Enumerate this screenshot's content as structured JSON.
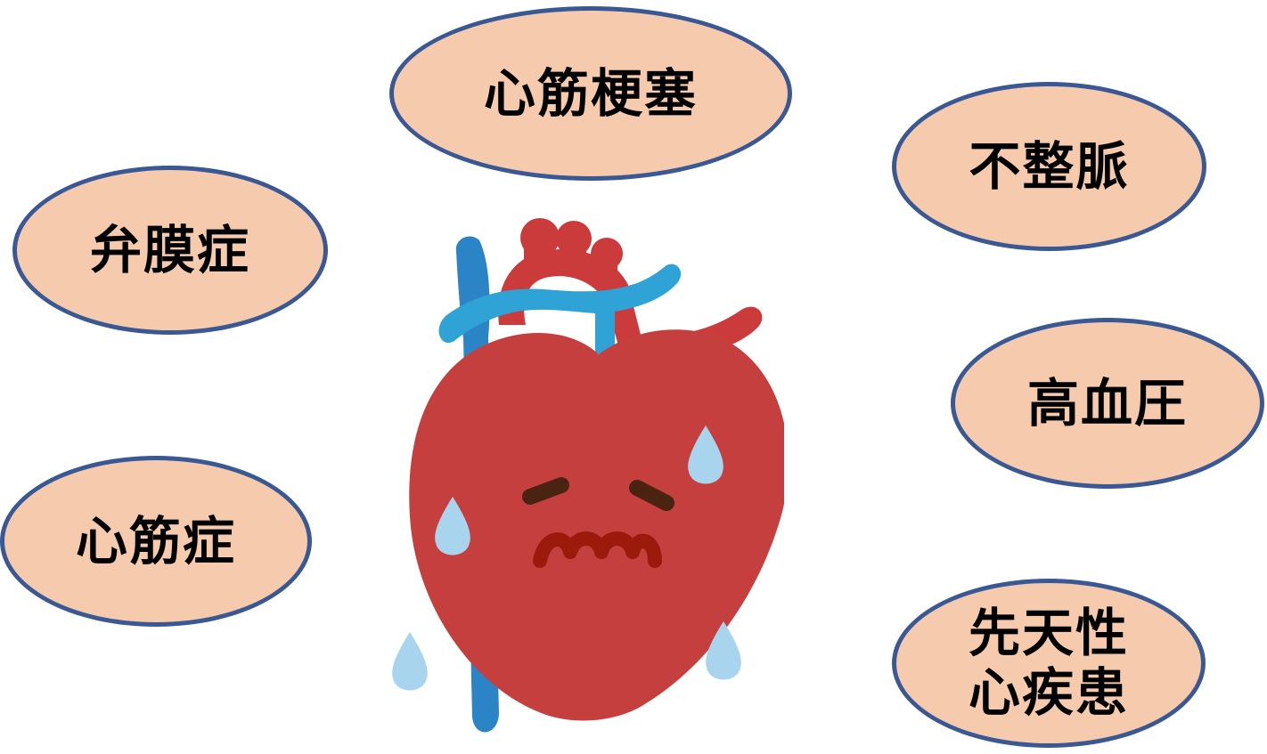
{
  "colors": {
    "bubble_fill": "#f6cbad",
    "bubble_border": "#3a5893",
    "heart_red": "#c53f3f",
    "vessel_red": "#cc3b3b",
    "vein_blue_dark": "#2a84c6",
    "vein_blue_light": "#2fa3d6",
    "sweat_drop": "#a9d4ee",
    "eyebrow": "#4a2410",
    "mouth": "#9c1a0c",
    "text": "#000000"
  },
  "bubbles": {
    "myocardial_infarction": "心筋梗塞",
    "arrhythmia": "不整脈",
    "valvular_disease": "弁膜症",
    "hypertension": "高血圧",
    "cardiomyopathy": "心筋症",
    "congenital_heart_disease": "先天性\n心疾患"
  },
  "illustration": {
    "icon": "worried-heart-icon",
    "sweat_drops": 4,
    "expression": "worried"
  }
}
